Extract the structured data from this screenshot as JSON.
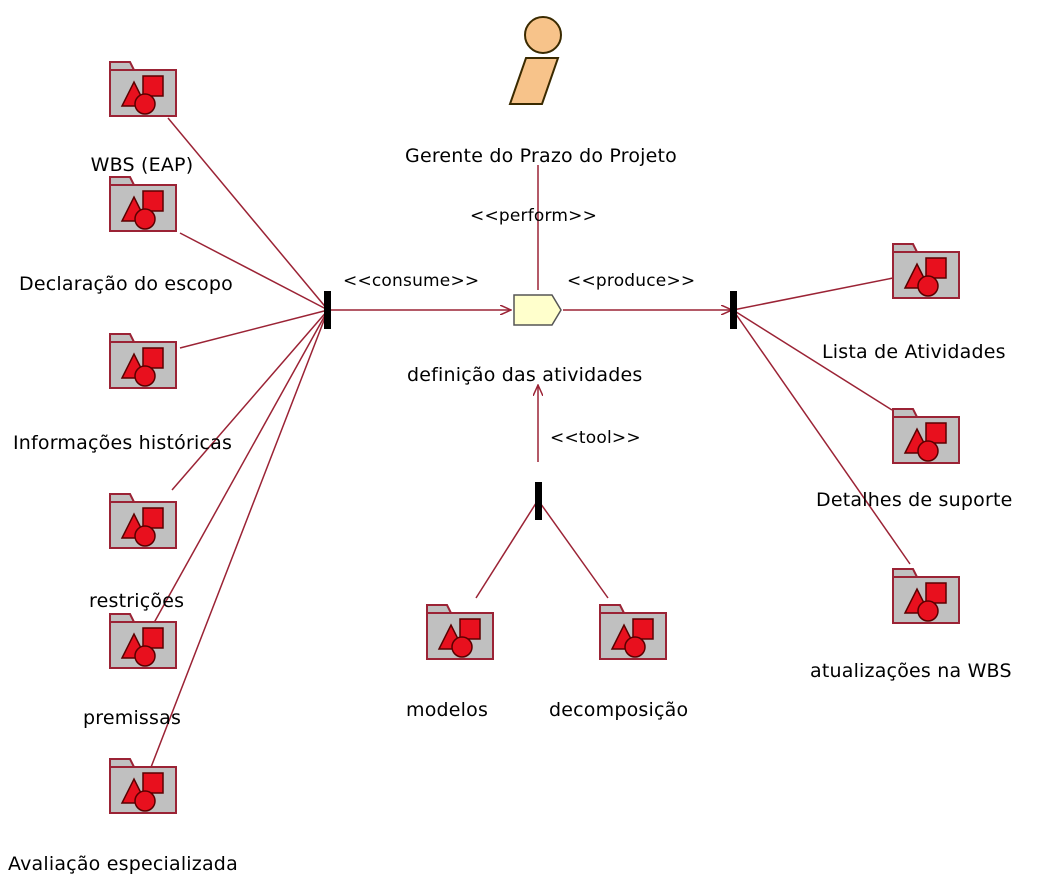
{
  "colors": {
    "connector": "#9b2335",
    "folder_fill": "#c0c0c0",
    "folder_border": "#9b2335",
    "shape_red": "#e8101e",
    "activity_fill": "#ffffcc",
    "actor_fill": "#f7c38a",
    "text": "#000000"
  },
  "actor": {
    "label": "Gerente do Prazo do Projeto",
    "icon": "worker-icon"
  },
  "activity": {
    "label": "definição das atividades",
    "icon": "activity-pentagon-icon"
  },
  "stereotypes": {
    "perform": "<<perform>>",
    "consume": "<<consume>>",
    "produce": "<<produce>>",
    "tool": "<<tool>>"
  },
  "inputs": [
    {
      "label": "WBS (EAP)"
    },
    {
      "label": "Declaração do escopo"
    },
    {
      "label": "Informações históricas"
    },
    {
      "label": "restrições"
    },
    {
      "label": "premissas"
    },
    {
      "label": "Avaliação especializada"
    }
  ],
  "outputs": [
    {
      "label": "Lista de Atividades"
    },
    {
      "label": "Detalhes de suporte"
    },
    {
      "label": "atualizações na WBS"
    }
  ],
  "tools": [
    {
      "label": "modelos"
    },
    {
      "label": "decomposição"
    }
  ]
}
